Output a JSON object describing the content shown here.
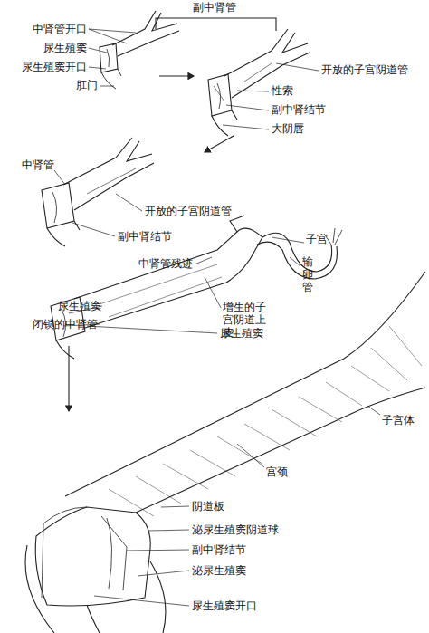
{
  "diagram": {
    "labels": [
      "副中肾管",
      "中肾管开口",
      "尿生殖窦",
      "尿生殖窦开口",
      "肛门",
      "开放的子宫阴道管",
      "性索",
      "副中肾结节",
      "大阴唇",
      "中肾管",
      "开放的子宫阴道管",
      "副中肾结节",
      "子宫",
      "输卵管",
      "中肾管残迹",
      "尿生殖窦",
      "增生的子宫阴道上皮",
      "闭锁的中肾管",
      "尿生殖窦",
      "子宫体",
      "宫颈",
      "阴道板",
      "泌尿生殖窦阴道球",
      "副中肾结节",
      "泌尿生殖窦",
      "尿生殖窦开口"
    ]
  }
}
